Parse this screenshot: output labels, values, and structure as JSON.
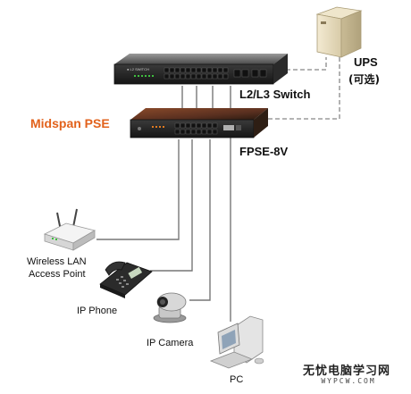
{
  "devices": {
    "ups": {
      "label": "UPS",
      "sublabel": "(可选)"
    },
    "switch": {
      "label": "L2/L3 Switch"
    },
    "midspan": {
      "label": "Midspan PSE",
      "model": "FPSE-8V",
      "accent_color": "#e2621c"
    },
    "wireless_ap": {
      "label_line1": "Wireless LAN",
      "label_line2": "Access Point"
    },
    "ip_phone": {
      "label": "IP Phone"
    },
    "ip_camera": {
      "label": "IP Camera"
    },
    "pc": {
      "label": "PC"
    }
  },
  "watermark": {
    "text": "无忧电脑学习网",
    "url": "WYPCW.COM"
  },
  "colors": {
    "cable": "#777777",
    "ups_link": "#888888",
    "chassis": "#2a2a2a",
    "port_green": "#3fbf3f",
    "port_orange": "#e07a20"
  }
}
